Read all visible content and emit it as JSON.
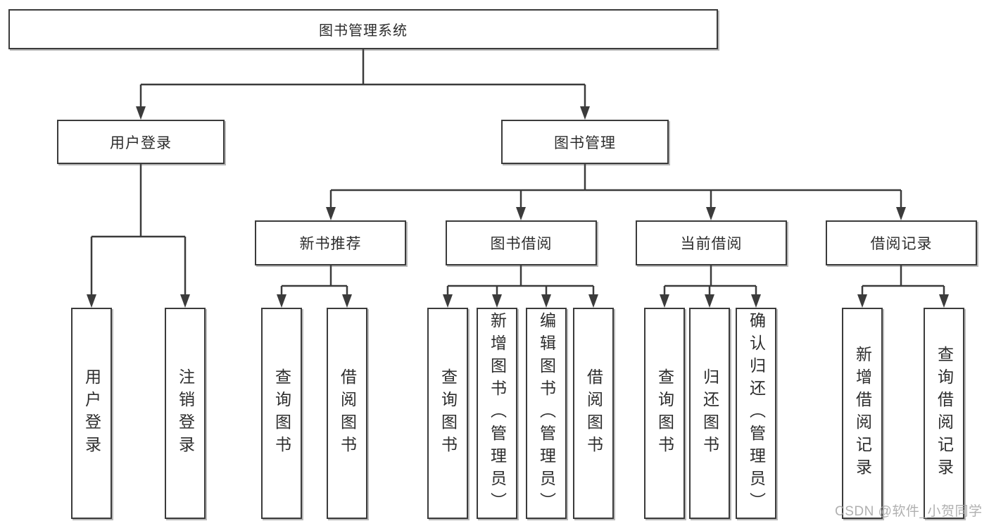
{
  "diagram": {
    "root": "图书管理系统",
    "branches": [
      {
        "label": "用户登录",
        "children": [
          {
            "label": "用户登录"
          },
          {
            "label": "注销登录"
          }
        ]
      },
      {
        "label": "图书管理",
        "children": [
          {
            "label": "新书推荐",
            "children": [
              {
                "label": "查询图书"
              },
              {
                "label": "借阅图书"
              }
            ]
          },
          {
            "label": "图书借阅",
            "children": [
              {
                "label": "查询图书"
              },
              {
                "label": "新增图书（管理员）"
              },
              {
                "label": "编辑图书（管理员）"
              },
              {
                "label": "借阅图书"
              }
            ]
          },
          {
            "label": "当前借阅",
            "children": [
              {
                "label": "查询图书"
              },
              {
                "label": "归还图书"
              },
              {
                "label": "确认归还（管理员）"
              }
            ]
          },
          {
            "label": "借阅记录",
            "children": [
              {
                "label": "新增借阅记录"
              },
              {
                "label": "查询借阅记录"
              }
            ]
          }
        ]
      }
    ]
  },
  "watermark": {
    "text": "CSDN @软件_小贺同学"
  },
  "colors": {
    "line": "#3b3b3b",
    "text": "#2d2d2d",
    "watermark": "#a3a3a3",
    "background": "#ffffff"
  }
}
